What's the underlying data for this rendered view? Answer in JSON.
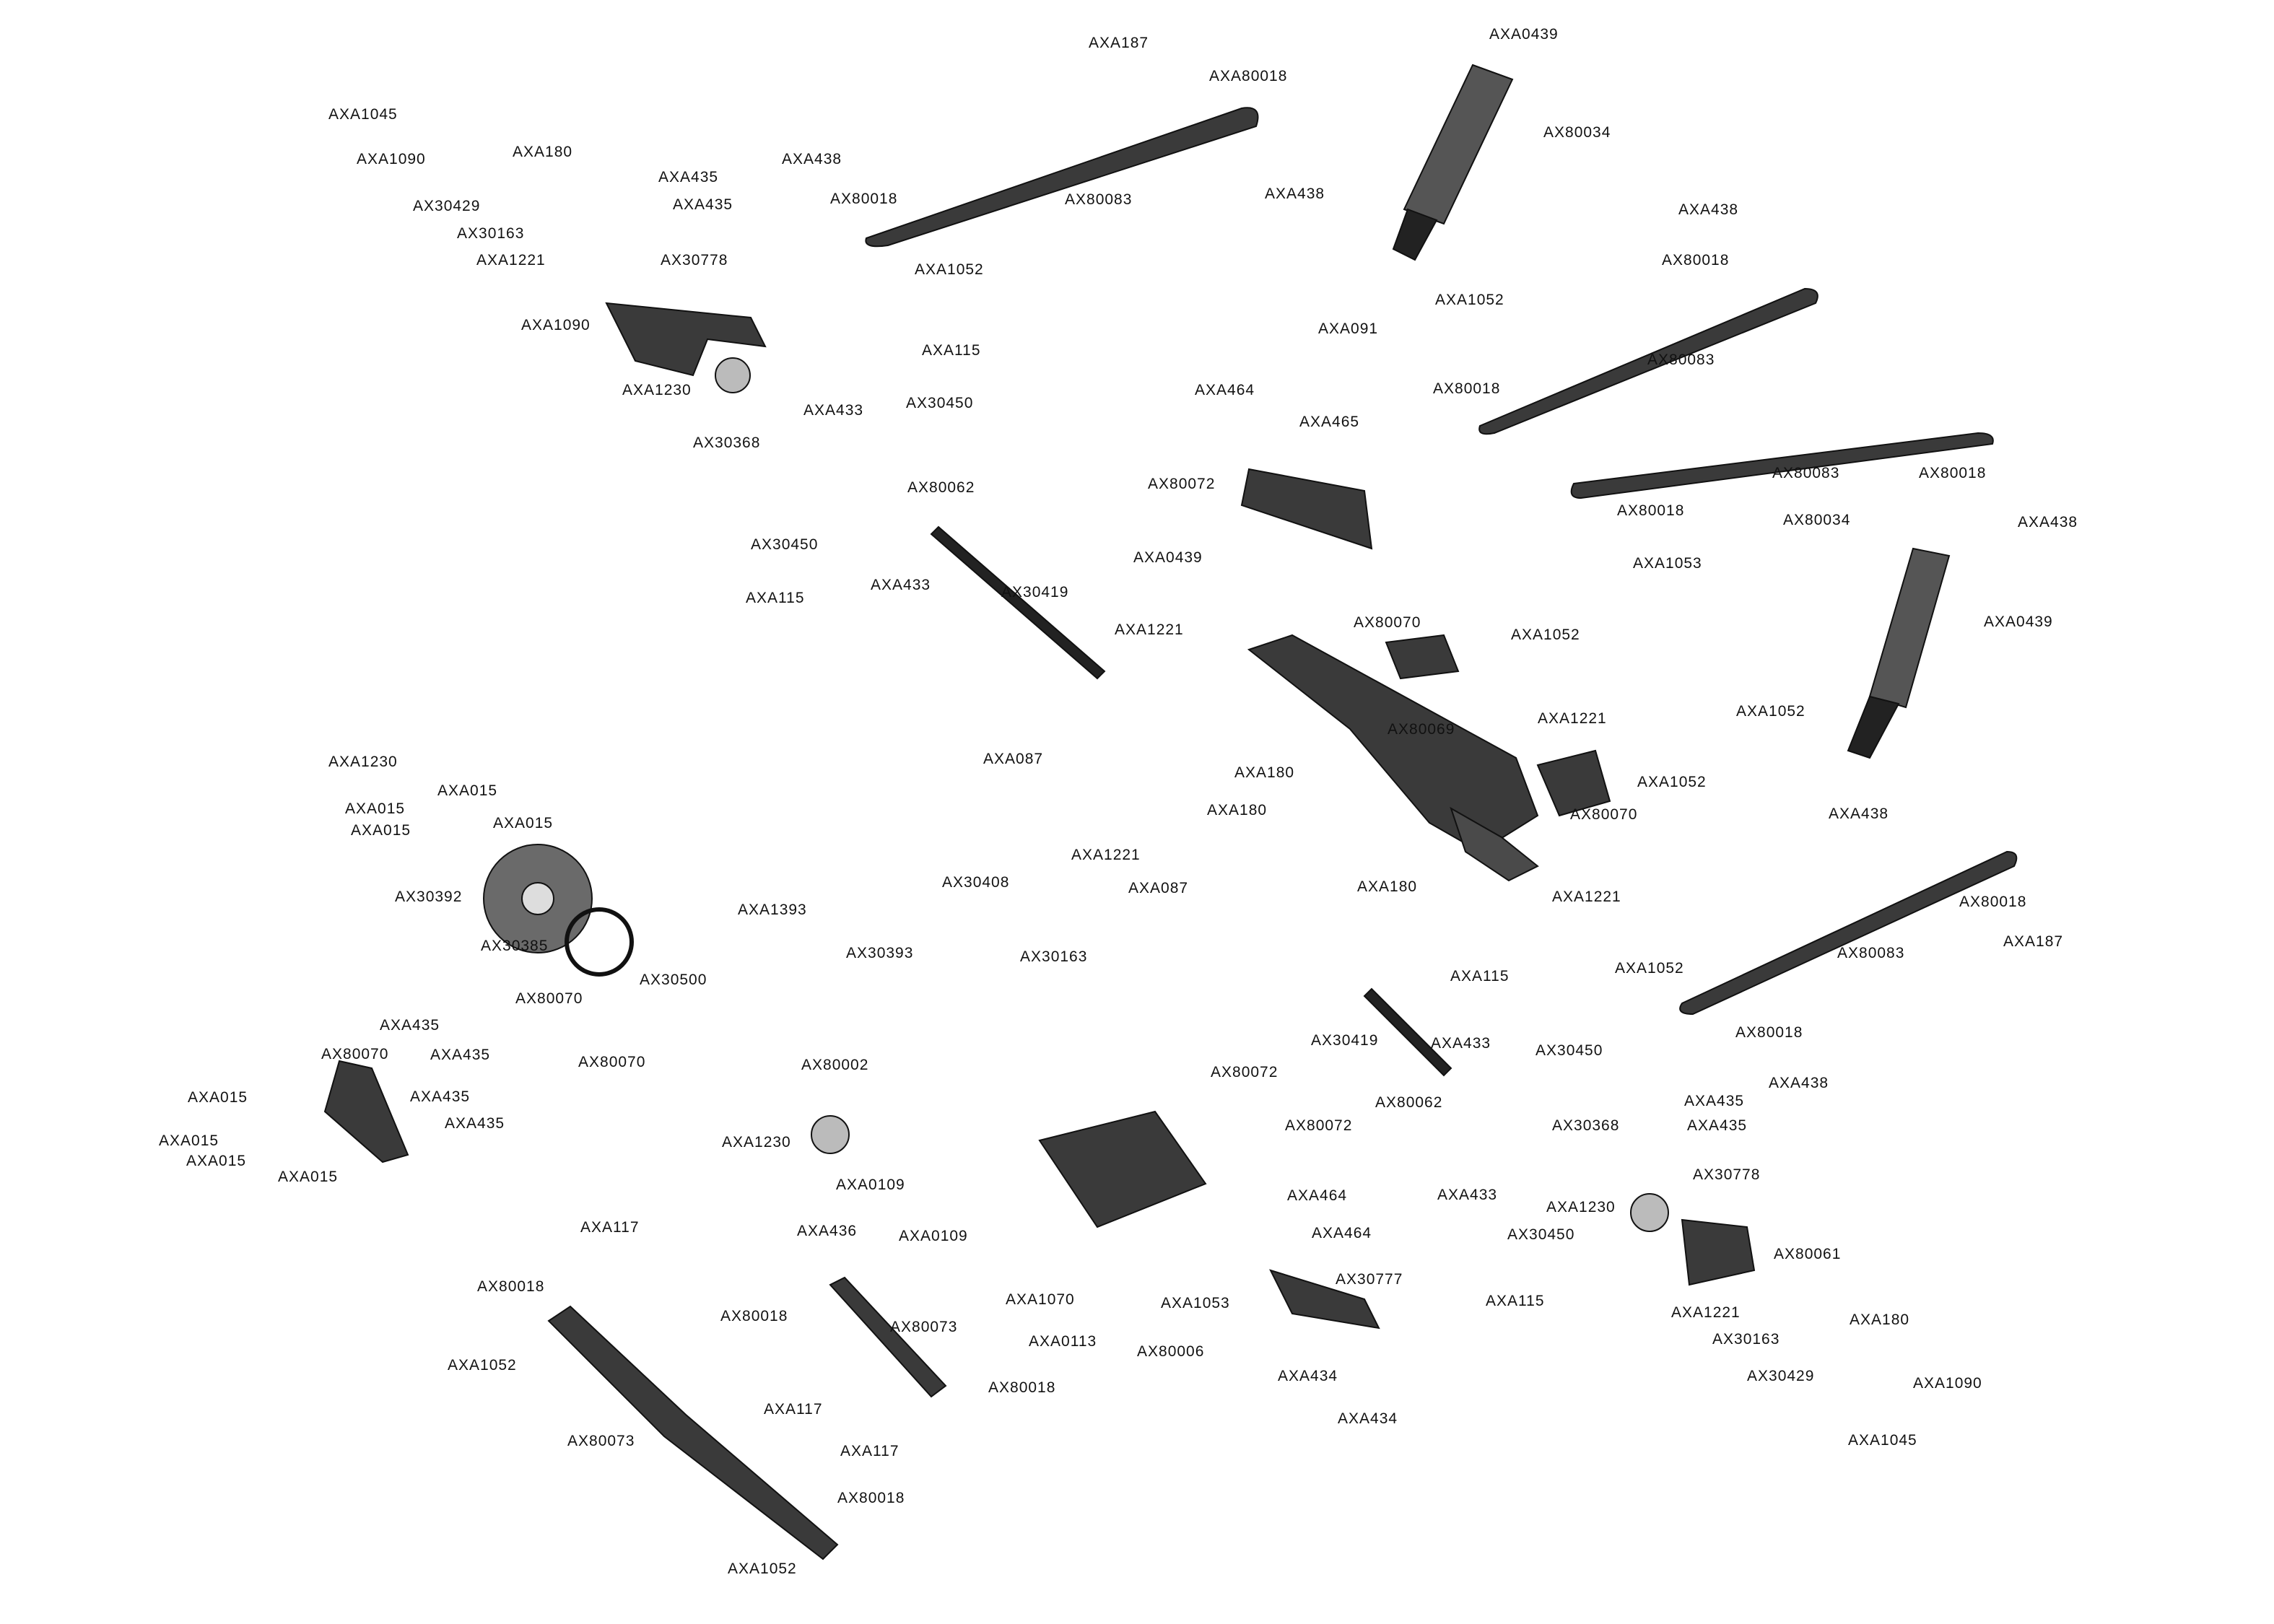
{
  "diagram": {
    "labels": [
      "AXA187",
      "AXA0439",
      "AXA1045",
      "AXA80018",
      "AXA1090",
      "AXA180",
      "AXA435",
      "AXA438",
      "AX80034",
      "AXA435",
      "AX30429",
      "AX80018",
      "AX80083",
      "AX30163",
      "AXA438",
      "AXA1221",
      "AX30778",
      "AXA1052",
      "AXA438",
      "AXA1052",
      "AX80018",
      "AXA1090",
      "AXA091",
      "AX80083",
      "AXA115",
      "AXA1230",
      "AX80018",
      "AXA464",
      "AXA433",
      "AX30450",
      "AXA465",
      "AX30368",
      "AX80083",
      "AX80018",
      "AX80072",
      "AX80062",
      "AX80018",
      "AXA438",
      "AX80034",
      "AX30450",
      "AXA0439",
      "AXA1053",
      "AXA433",
      "AXA115",
      "AX30419",
      "AXA0439",
      "AXA1221",
      "AX80070",
      "AXA1052",
      "AXA1221",
      "AXA1052",
      "AX80069",
      "AXA1230",
      "AXA087",
      "AXA180",
      "AXA015",
      "AXA1052",
      "AXA180",
      "AXA015",
      "AX80070",
      "AXA015",
      "AXA015",
      "AXA438",
      "AXA1221",
      "AX30392",
      "AX30408",
      "AXA087",
      "AXA180",
      "AXA1221",
      "AX80018",
      "AXA1393",
      "AX30385",
      "AX30393",
      "AX30163",
      "AXA187",
      "AX80083",
      "AXA115",
      "AXA1052",
      "AX30500",
      "AX80070",
      "AXA435",
      "AX30419",
      "AXA433",
      "AX30450",
      "AX80018",
      "AX80070",
      "AXA435",
      "AX80070",
      "AXA438",
      "AX80002",
      "AX80072",
      "AXA015",
      "AXA435",
      "AX80062",
      "AXA435",
      "AXA015",
      "AXA435",
      "AX80072",
      "AX30368",
      "AXA435",
      "AXA1230",
      "AXA015",
      "AX30778",
      "AXA015",
      "AXA0109",
      "AXA464",
      "AXA433",
      "AXA1230",
      "AXA0109",
      "AXA464",
      "AX30450",
      "AXA117",
      "AXA436",
      "AX80061",
      "AX30777",
      "AX80018",
      "AXA1070",
      "AXA115",
      "AXA1053",
      "AXA1221",
      "AXA180",
      "AX80018",
      "AX80073",
      "AXA0113",
      "AX80006",
      "AX30163",
      "AXA1052",
      "AXA434",
      "AX30429",
      "AXA1090",
      "AX80018",
      "AXA117",
      "AXA434",
      "AXA1045",
      "AX80073",
      "AXA117",
      "AX80018",
      "AXA1052"
    ]
  }
}
